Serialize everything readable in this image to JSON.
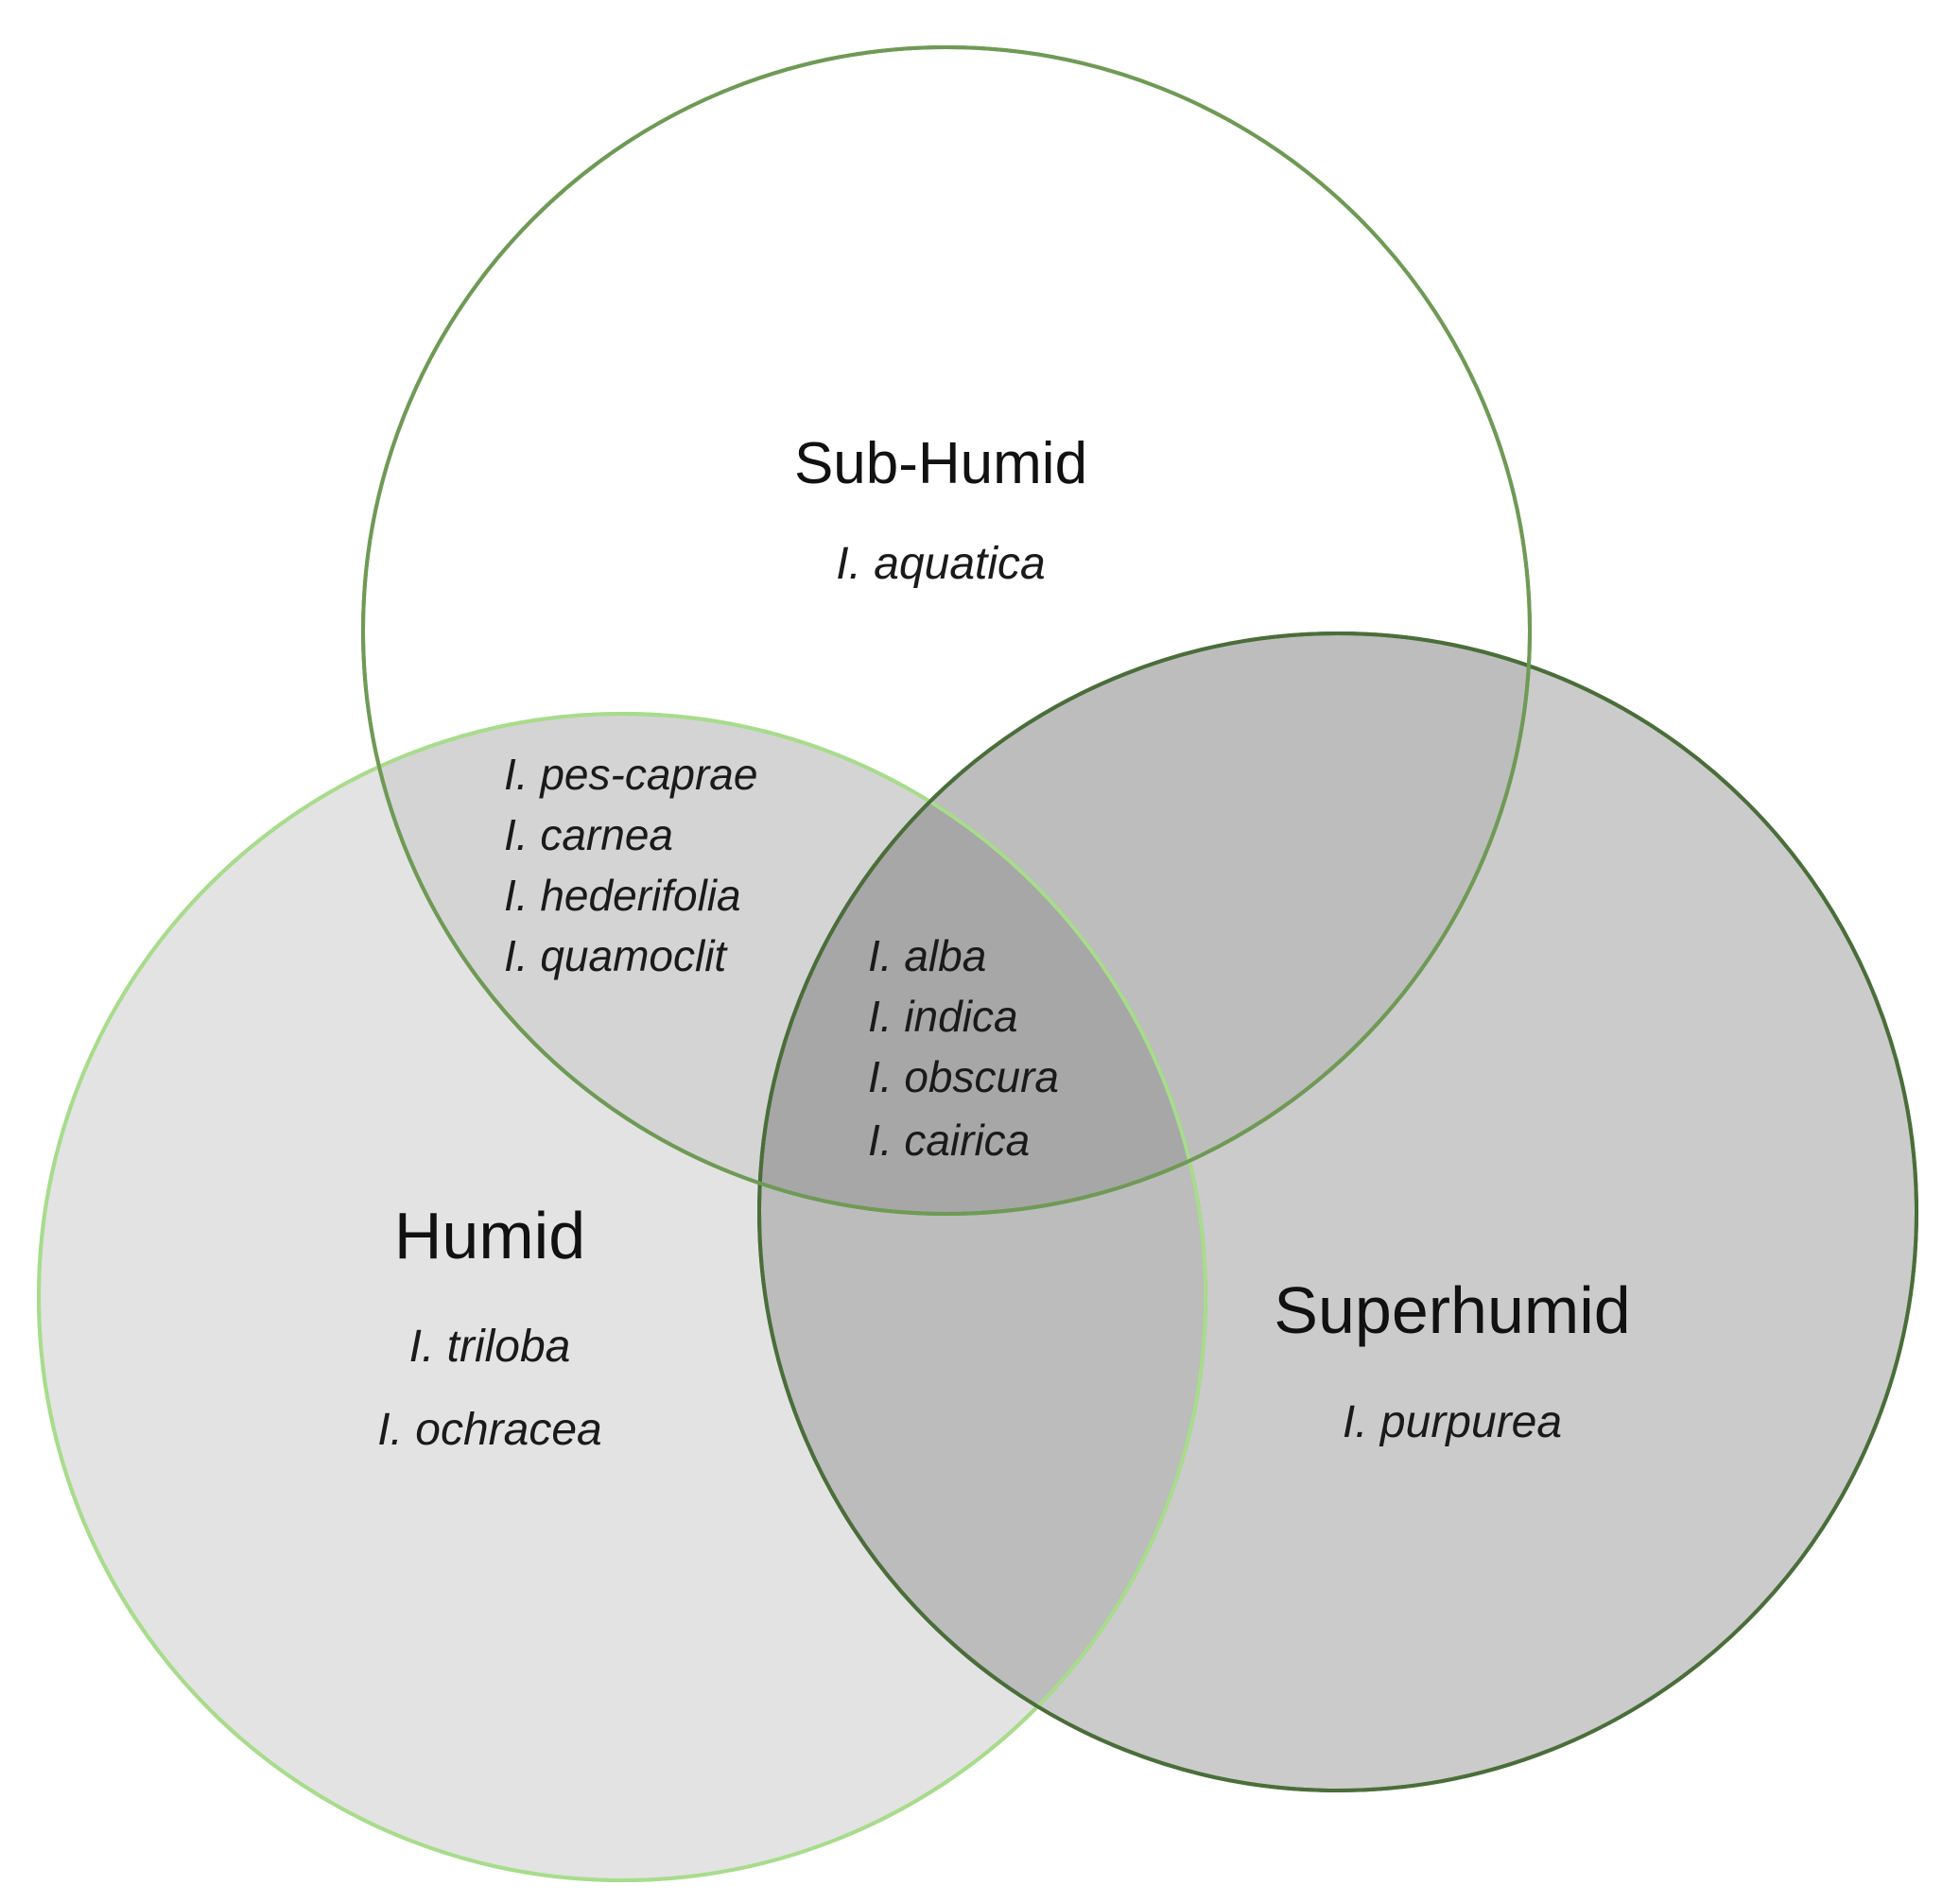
{
  "colors": {
    "background": "#ffffff",
    "subhumid_stroke": "#6f9a55",
    "humid_fill": "#e3e3e3",
    "humid_stroke": "#a8dc8c",
    "superhumid_fill": "#b0b0b0",
    "superhumid_stroke": "#4a6e3a",
    "text": "#111111"
  },
  "sets": {
    "subhumid": {
      "label": "Sub-Humid",
      "species": [
        "I. aquatica"
      ]
    },
    "humid": {
      "label": "Humid",
      "species": [
        "I. triloba",
        "I. ochracea"
      ]
    },
    "superhumid": {
      "label": "Superhumid",
      "species": [
        "I. purpurea"
      ]
    }
  },
  "intersections": {
    "subhumid_humid": [
      "I. pes-caprae",
      "I. carnea",
      "I. hederifolia",
      "I. quamoclit"
    ],
    "all_three": [
      "I. alba",
      "I. indica",
      "I. obscura",
      "I. cairica"
    ]
  }
}
